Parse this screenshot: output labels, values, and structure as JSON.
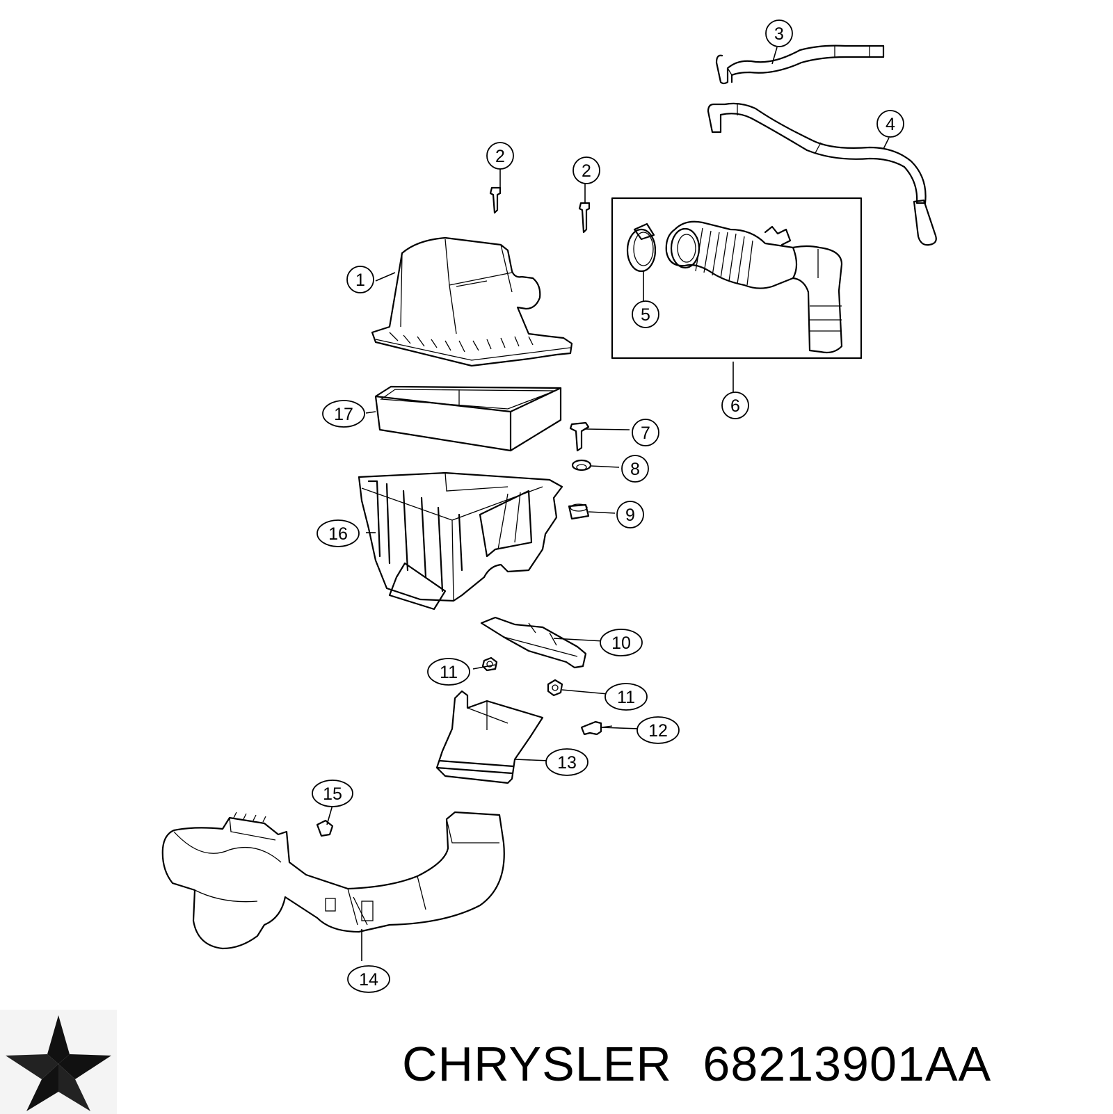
{
  "diagram": {
    "callouts": [
      {
        "id": "c1",
        "label": "1"
      },
      {
        "id": "c2a",
        "label": "2"
      },
      {
        "id": "c2b",
        "label": "2"
      },
      {
        "id": "c3",
        "label": "3"
      },
      {
        "id": "c4",
        "label": "4"
      },
      {
        "id": "c5",
        "label": "5"
      },
      {
        "id": "c6",
        "label": "6"
      },
      {
        "id": "c7",
        "label": "7"
      },
      {
        "id": "c8",
        "label": "8"
      },
      {
        "id": "c9",
        "label": "9"
      },
      {
        "id": "c10",
        "label": "10"
      },
      {
        "id": "c11a",
        "label": "11"
      },
      {
        "id": "c11b",
        "label": "11"
      },
      {
        "id": "c12",
        "label": "12"
      },
      {
        "id": "c13",
        "label": "13"
      },
      {
        "id": "c14",
        "label": "14"
      },
      {
        "id": "c15",
        "label": "15"
      },
      {
        "id": "c16",
        "label": "16"
      },
      {
        "id": "c17",
        "label": "17"
      }
    ]
  },
  "footer": {
    "logo_icon": "pentastar-icon",
    "brand": "CHRYSLER",
    "part_number": "68213901AA"
  }
}
